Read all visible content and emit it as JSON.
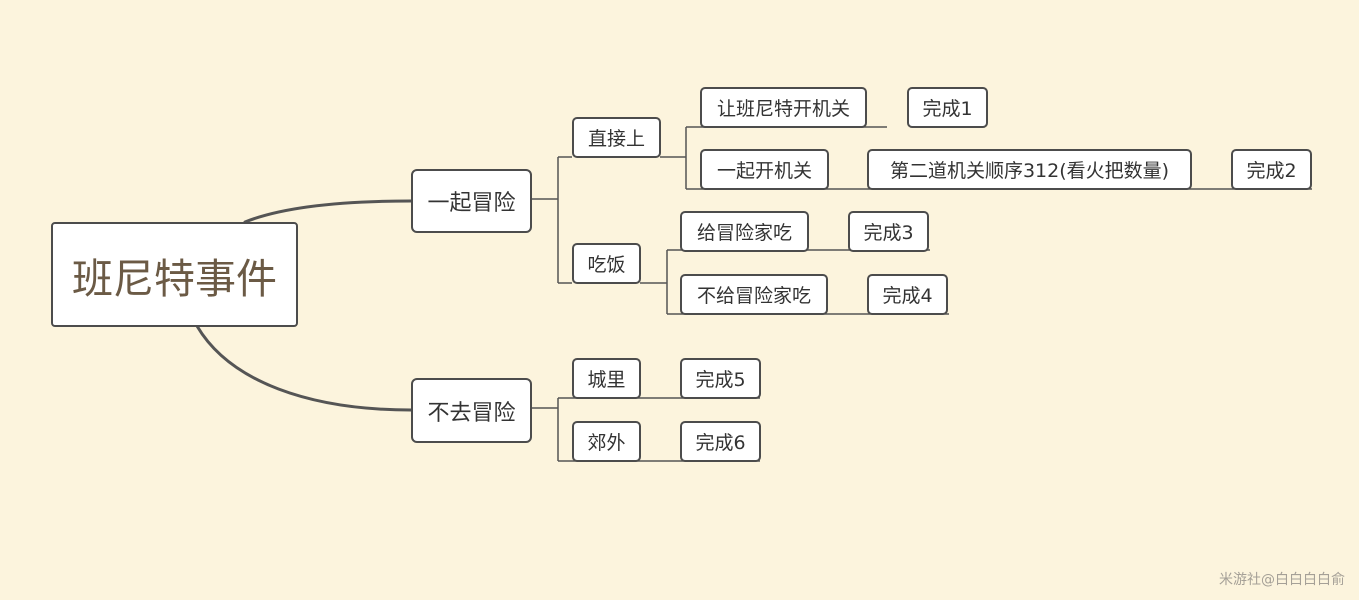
{
  "root": {
    "label": "班尼特事件"
  },
  "branch1": {
    "label": "一起冒险",
    "direct": {
      "label": "直接上",
      "option1": {
        "label": "让班尼特开机关",
        "result": "完成1"
      },
      "option2": {
        "label": "一起开机关",
        "step": "第二道机关顺序312(看火把数量)",
        "result": "完成2"
      }
    },
    "eat": {
      "label": "吃饭",
      "option1": {
        "label": "给冒险家吃",
        "result": "完成3"
      },
      "option2": {
        "label": "不给冒险家吃",
        "result": "完成4"
      }
    }
  },
  "branch2": {
    "label": "不去冒险",
    "city": {
      "label": "城里",
      "result": "完成5"
    },
    "suburb": {
      "label": "郊外",
      "result": "完成6"
    }
  },
  "watermark": "米游社@白白白白俞",
  "colors": {
    "background": "#fcf4dd",
    "node_fill": "#ffffff",
    "node_border": "#4c4c4c",
    "root_text": "#6b5a45",
    "node_text": "#333333",
    "connector": "#555555"
  }
}
